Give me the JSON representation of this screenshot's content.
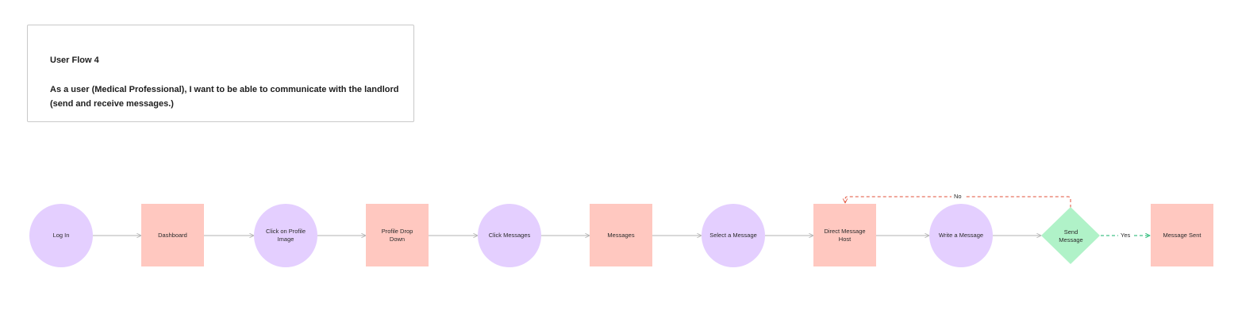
{
  "card": {
    "title": "User Flow 4",
    "story": "As a user (Medical Professional), I want to be able to communicate with the landlord (send and receive messages.)"
  },
  "flow": {
    "nodes": [
      {
        "label": "Log In",
        "shape": "circle"
      },
      {
        "label": "Dashboard",
        "shape": "rect"
      },
      {
        "label": "Click on Profile Image",
        "shape": "circle"
      },
      {
        "label": "Profile Drop Down",
        "shape": "rect"
      },
      {
        "label": "Click Messages",
        "shape": "circle"
      },
      {
        "label": "Messages",
        "shape": "rect"
      },
      {
        "label": "Select a Message",
        "shape": "circle"
      },
      {
        "label": "Direct Message Host",
        "shape": "rect"
      },
      {
        "label": "Write a Message",
        "shape": "circle"
      },
      {
        "label": "Send Message",
        "shape": "diamond"
      },
      {
        "label": "Message Sent",
        "shape": "rect"
      }
    ],
    "edges": {
      "no_label": "No",
      "yes_label": "Yes"
    }
  },
  "colors": {
    "action": "#e4cfff",
    "screen": "#ffc8c0",
    "decision": "#b0f2c8",
    "connector": "#b3b3b3",
    "no_path": "#e2513a",
    "yes_path": "#16b36b"
  }
}
